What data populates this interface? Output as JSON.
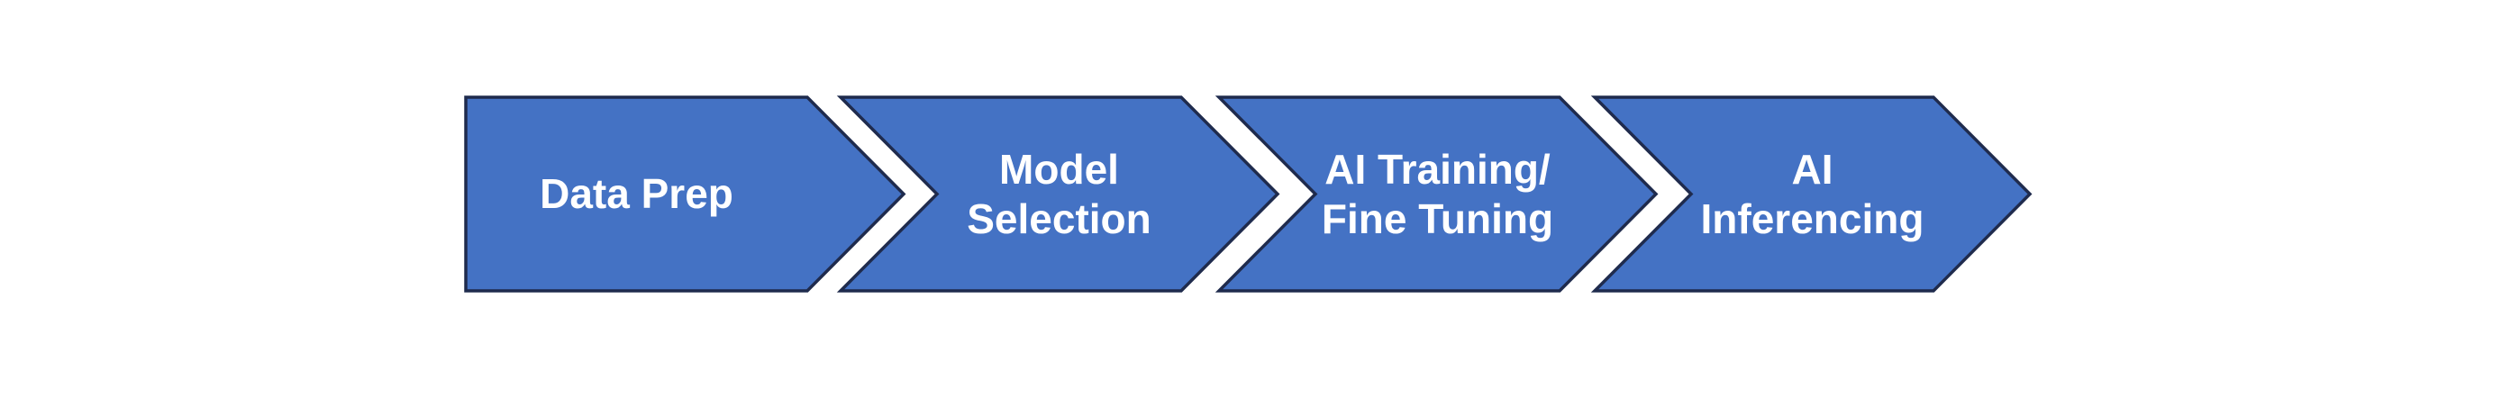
{
  "diagram": {
    "kind": "process-flow-chevrons",
    "steps": [
      {
        "label": "Data Prep"
      },
      {
        "label": "Model\nSelection"
      },
      {
        "label": "AI Training/\nFine Tuning"
      },
      {
        "label": "AI\nInferencing"
      }
    ],
    "colors": {
      "shape_fill": "#4472C4",
      "shape_border": "#1F2B4D",
      "label_text": "#FFFFFF",
      "page_background": "#FFFFFF"
    }
  }
}
